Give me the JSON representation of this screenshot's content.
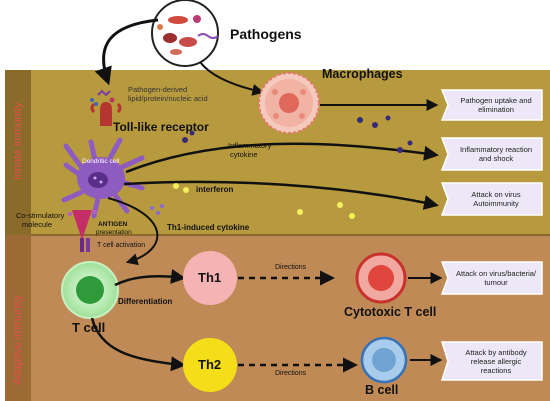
{
  "pathogens_label": "Pathogens",
  "innate_immunity_label": "Innate immunity",
  "adaptive_immunity_label": "Adaptive immunity",
  "pathogen_derived_label_line1": "Pathogen-derived",
  "pathogen_derived_label_line2": "lipid/protein/nucleic acid",
  "macrophages_label": "Macrophages",
  "tlr_label": "Toll-like receptor",
  "dendritic_cell_label": "Dendritic cell",
  "inflammatory_cytokine_line1": "Inflammatory",
  "inflammatory_cytokine_line2": "cytokine",
  "interferon_label": "interferon",
  "costim_line1": "Co-stimulatory",
  "costim_line2": "molecule",
  "antigen_line1": "ANTIGEN",
  "antigen_line2": "presentation",
  "th1_cytokine_label": "Th1-induced cytokine",
  "tcell_activation_label": "T cell activation",
  "t_cell_label": "T cell",
  "differentiation_label": "Differentiation",
  "th1_label": "Th1",
  "th2_label": "Th2",
  "directions_label_1": "Directions",
  "directions_label_2": "Directions",
  "cytotoxic_label": "Cytotoxic T cell",
  "b_cell_label": "B cell",
  "outcomes": [
    {
      "line1": "Pathogen uptake and",
      "line2": "elimination"
    },
    {
      "line1": "Inflammatory reaction",
      "line2": "and shock"
    },
    {
      "line1": "Attack on virus",
      "line2": "Autoimmunity"
    },
    {
      "line1": "Attack on virus/bacteria/",
      "line2": "tumour"
    },
    {
      "line1": "Attack by antibody",
      "line2": "release allergic",
      "line3": "reactions"
    }
  ],
  "colors": {
    "innate_bg": "#b89a3e",
    "adaptive_bg": "#bf8a55",
    "sidebar": "#8a6b2a",
    "band_label": "#e2504a",
    "box_fill": "#ece8f7",
    "th1": "#f6b3b3",
    "th2": "#f4de18",
    "cytotoxic": "#e0463e",
    "b_cell": "#6fa3d3",
    "t_cell": "#7ed07a",
    "dendritic": "#8e5cc0",
    "macrophage": "#f1b3a4",
    "cytokine_dot": "#3a2a7a",
    "interferon_dot": "#f3ef5e"
  }
}
